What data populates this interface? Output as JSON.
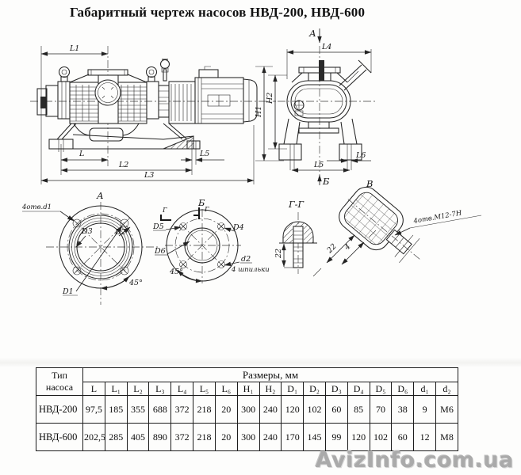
{
  "title": "Габаритный чертеж насосов НВД-200, НВД-600",
  "watermark": "AvizInfo.com.ua",
  "drawing": {
    "side": {
      "l1": "L1",
      "l": "L",
      "l2": "L2",
      "l3": "L3",
      "l5": "L5",
      "h1": "H1",
      "h2": "H2"
    },
    "end": {
      "marker_a": "А",
      "l4": "L4",
      "l5": "L5",
      "l6": "L6",
      "marker_b": "Б"
    },
    "flange_a": {
      "title": "А",
      "holes": "4отв.d1",
      "d3": "D3",
      "d2": "D2",
      "d1": "D1",
      "angle": "45°"
    },
    "flange_b": {
      "title": "Б",
      "section": "Г",
      "d5": "D5",
      "d4": "D4",
      "d6": "D6",
      "angle": "45°",
      "d2": "d2",
      "studs": "4 шпильки"
    },
    "section_gg": {
      "title": "Г-Г",
      "dim": "22"
    },
    "view_v": {
      "title": "В",
      "holes": "4отв.М12-7Н",
      "dim_a": "4",
      "dim_b": "22"
    }
  },
  "table": {
    "type_header": "Тип насоса",
    "group_header": "Размеры, мм",
    "columns": [
      "L",
      "L₁",
      "L₂",
      "L₃",
      "L₄",
      "L₅",
      "L₆",
      "H₁",
      "H₂",
      "D₁",
      "D₂",
      "D₃",
      "D₄",
      "D₅",
      "D₆",
      "d₁",
      "d₂"
    ],
    "rows": [
      {
        "type": "НВД-200",
        "values": [
          "97,5",
          "185",
          "355",
          "688",
          "372",
          "218",
          "20",
          "300",
          "240",
          "120",
          "102",
          "60",
          "85",
          "70",
          "38",
          "9",
          "М6"
        ]
      },
      {
        "type": "НВД-600",
        "values": [
          "202,5",
          "285",
          "405",
          "890",
          "372",
          "218",
          "20",
          "300",
          "240",
          "170",
          "145",
          "99",
          "120",
          "102",
          "60",
          "12",
          "М8"
        ]
      }
    ]
  }
}
